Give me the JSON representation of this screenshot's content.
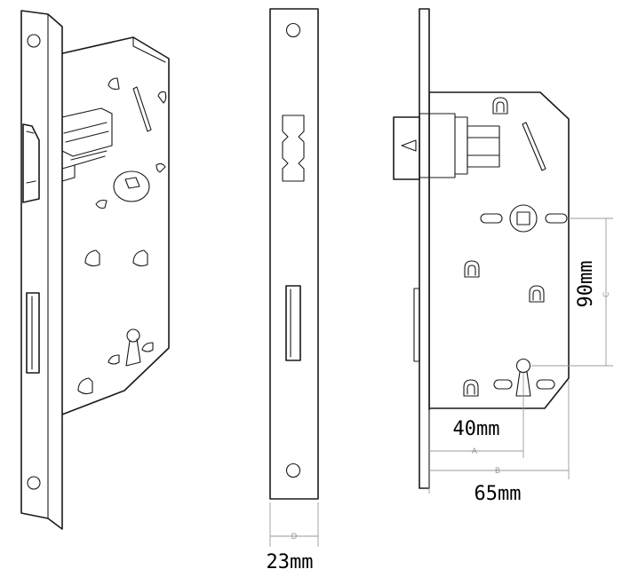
{
  "dimensions": {
    "a": {
      "letter": "A",
      "value": "40mm"
    },
    "b": {
      "letter": "B",
      "value": "65mm"
    },
    "c": {
      "letter": "C",
      "value": "90mm"
    },
    "d": {
      "letter": "D",
      "value": "23mm"
    }
  }
}
